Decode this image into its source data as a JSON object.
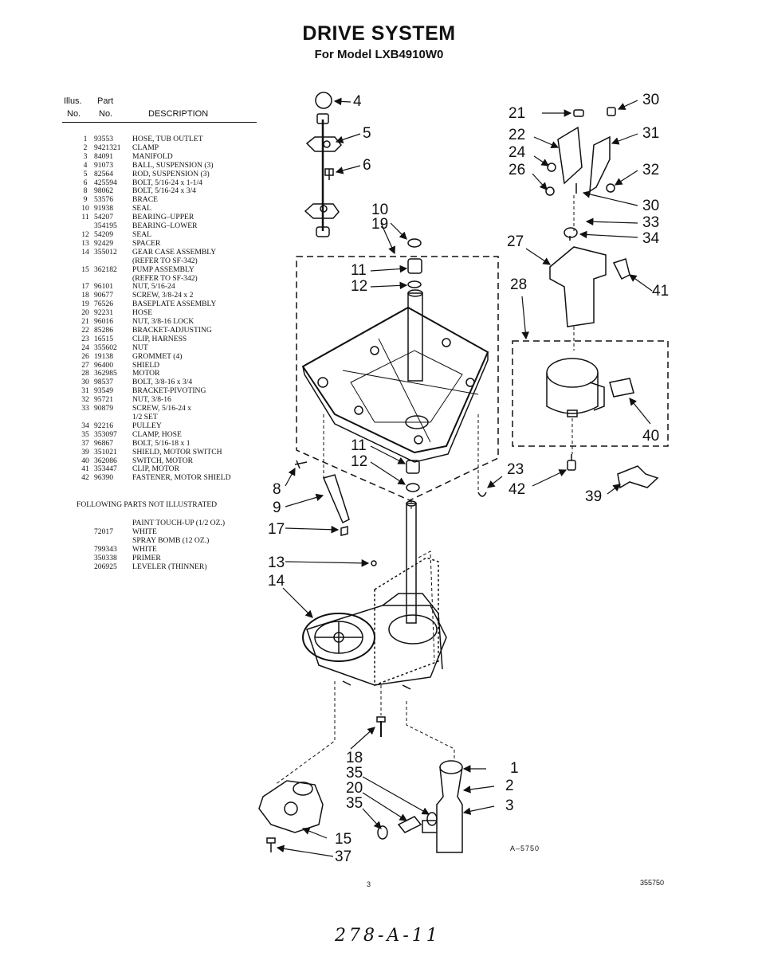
{
  "header": {
    "title": "DRIVE SYSTEM",
    "subtitle": "For Model LXB4910W0"
  },
  "parts_list": {
    "col_illus": "Illus.\nNo.",
    "col_illus_1": "Illus.",
    "col_illus_2": "No.",
    "col_part_1": "Part",
    "col_part_2": "No.",
    "col_desc": "DESCRIPTION",
    "rows": [
      {
        "illus": "1",
        "part": "93553",
        "desc": "HOSE, TUB OUTLET"
      },
      {
        "illus": "2",
        "part": "9421321",
        "desc": "CLAMP"
      },
      {
        "illus": "3",
        "part": "84091",
        "desc": "MANIFOLD"
      },
      {
        "illus": "4",
        "part": "91073",
        "desc": "BALL, SUSPENSION (3)"
      },
      {
        "illus": "5",
        "part": "82564",
        "desc": "ROD, SUSPENSION (3)"
      },
      {
        "illus": "6",
        "part": "425594",
        "desc": "BOLT, 5/16-24 x 1-1/4"
      },
      {
        "illus": "8",
        "part": "98062",
        "desc": "BOLT, 5/16-24 x 3/4"
      },
      {
        "illus": "9",
        "part": "53576",
        "desc": "BRACE"
      },
      {
        "illus": "10",
        "part": "91938",
        "desc": "SEAL"
      },
      {
        "illus": "11",
        "part": "54207",
        "desc": "BEARING–UPPER"
      },
      {
        "illus": "",
        "part": "354195",
        "desc": "BEARING–LOWER"
      },
      {
        "illus": "12",
        "part": "54209",
        "desc": "SEAL"
      },
      {
        "illus": "13",
        "part": "92429",
        "desc": "SPACER"
      },
      {
        "illus": "14",
        "part": "355012",
        "desc": "GEAR CASE ASSEMBLY"
      },
      {
        "illus": "",
        "part": "",
        "desc": "(REFER TO SF-342)"
      },
      {
        "illus": "15",
        "part": "362182",
        "desc": "PUMP ASSEMBLY"
      },
      {
        "illus": "",
        "part": "",
        "desc": "(REFER TO SF-342)"
      },
      {
        "illus": "17",
        "part": "96101",
        "desc": "NUT, 5/16-24"
      },
      {
        "illus": "18",
        "part": "90677",
        "desc": "SCREW, 3/8-24 x 2"
      },
      {
        "illus": "19",
        "part": "76526",
        "desc": "BASEPLATE ASSEMBLY"
      },
      {
        "illus": "20",
        "part": "92231",
        "desc": "HOSE"
      },
      {
        "illus": "21",
        "part": "96016",
        "desc": "NUT, 3/8-16 LOCK"
      },
      {
        "illus": "22",
        "part": "85286",
        "desc": "BRACKET-ADJUSTING"
      },
      {
        "illus": "23",
        "part": "16515",
        "desc": "CLIP, HARNESS"
      },
      {
        "illus": "24",
        "part": "355602",
        "desc": "NUT"
      },
      {
        "illus": "26",
        "part": "19138",
        "desc": "GROMMET (4)"
      },
      {
        "illus": "27",
        "part": "96400",
        "desc": "SHIELD"
      },
      {
        "illus": "28",
        "part": "362985",
        "desc": "MOTOR"
      },
      {
        "illus": "30",
        "part": "98537",
        "desc": "BOLT, 3/8-16 x 3/4"
      },
      {
        "illus": "31",
        "part": "93549",
        "desc": "BRACKET-PIVOTING"
      },
      {
        "illus": "32",
        "part": "95721",
        "desc": "NUT, 3/8-16"
      },
      {
        "illus": "33",
        "part": "90879",
        "desc": "SCREW, 5/16-24 x"
      },
      {
        "illus": "",
        "part": "",
        "desc": "1/2 SET"
      },
      {
        "illus": "34",
        "part": "92216",
        "desc": "PULLEY"
      },
      {
        "illus": "35",
        "part": "353097",
        "desc": "CLAMP, HOSE"
      },
      {
        "illus": "37",
        "part": "96867",
        "desc": "BOLT, 5/16-18 x 1"
      },
      {
        "illus": "39",
        "part": "351021",
        "desc": "SHIELD, MOTOR SWITCH"
      },
      {
        "illus": "40",
        "part": "362086",
        "desc": "SWITCH, MOTOR"
      },
      {
        "illus": "41",
        "part": "353447",
        "desc": "CLIP, MOTOR"
      },
      {
        "illus": "42",
        "part": "96390",
        "desc": "FASTENER, MOTOR SHIELD"
      }
    ],
    "not_illustrated": "FOLLOWING PARTS NOT ILLUSTRATED",
    "extras": [
      {
        "part": "",
        "desc": "PAINT TOUCH-UP (1/2 OZ.)"
      },
      {
        "part": "72017",
        "desc": "WHITE"
      },
      {
        "part": "",
        "desc": "SPRAY BOMB (12 OZ.)"
      },
      {
        "part": "799343",
        "desc": "WHITE"
      },
      {
        "part": "350338",
        "desc": "PRIMER"
      },
      {
        "part": "206925",
        "desc": "LEVELER (THINNER)"
      }
    ]
  },
  "callouts": {
    "c4": "4",
    "c5": "5",
    "c6": "6",
    "c10": "10",
    "c19": "19",
    "c11a": "11",
    "c12a": "12",
    "c11b": "11",
    "c12b": "12",
    "c8": "8",
    "c9": "9",
    "c17": "17",
    "c13": "13",
    "c14": "14",
    "c18": "18",
    "c35a": "35",
    "c20": "20",
    "c35b": "35",
    "c15": "15",
    "c37": "37",
    "c1": "1",
    "c2": "2",
    "c3": "3",
    "c21": "21",
    "c22": "22",
    "c24": "24",
    "c26": "26",
    "c30a": "30",
    "c31": "31",
    "c32": "32",
    "c30b": "30",
    "c33": "33",
    "c34": "34",
    "c27": "27",
    "c41": "41",
    "c28": "28",
    "c40": "40",
    "c23": "23",
    "c42": "42",
    "c39": "39"
  },
  "footer": {
    "drawing_no": "A–5750",
    "page": "3",
    "doc_no": "355750",
    "handwritten": "278-A-11"
  }
}
